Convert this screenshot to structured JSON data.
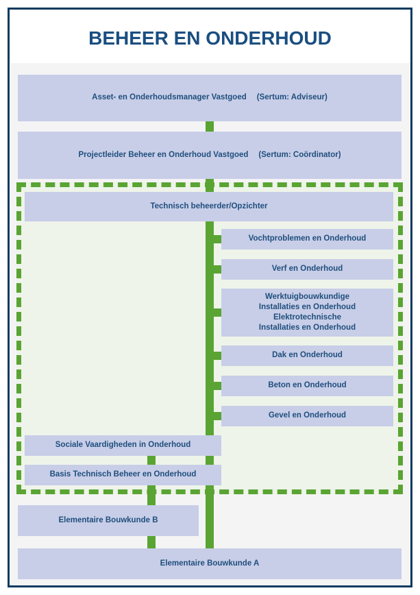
{
  "header": {
    "title": "BEHEER EN ONDERHOUD"
  },
  "diagram": {
    "top_roles": [
      {
        "name": "Asset- en Onderhoudsmanager Vastgoed",
        "sertum": "(Sertum: Adviseur)"
      },
      {
        "name": "Projectleider Beheer en Onderhoud Vastgoed",
        "sertum": "(Sertum: Coördinator)"
      }
    ],
    "focus_group": {
      "role": "Technisch beheerder/Opzichter",
      "modules": [
        "Vochtproblemen en Onderhoud",
        "Verf en Onderhoud",
        "Werktuigbouwkundige\nInstallaties en Onderhoud\nElektrotechnische\nInstallaties en Onderhoud",
        "Dak en Onderhoud",
        "Beton en Onderhoud",
        "Gevel en Onderhoud"
      ],
      "left_modules": [
        "Sociale Vaardigheden in Onderhoud",
        "Basis Technisch Beheer en Onderhoud"
      ]
    },
    "base_modules": [
      "Elementaire Bouwkunde B",
      "Elementaire Bouwkunde A"
    ]
  },
  "colors": {
    "accent_green": "#5aa433",
    "box_fill": "#c8cee8",
    "text_navy": "#1f4e7c",
    "frame_navy": "#0a3a5e",
    "panel_gray": "#f4f4f5",
    "group_fill": "#eef4e9"
  }
}
